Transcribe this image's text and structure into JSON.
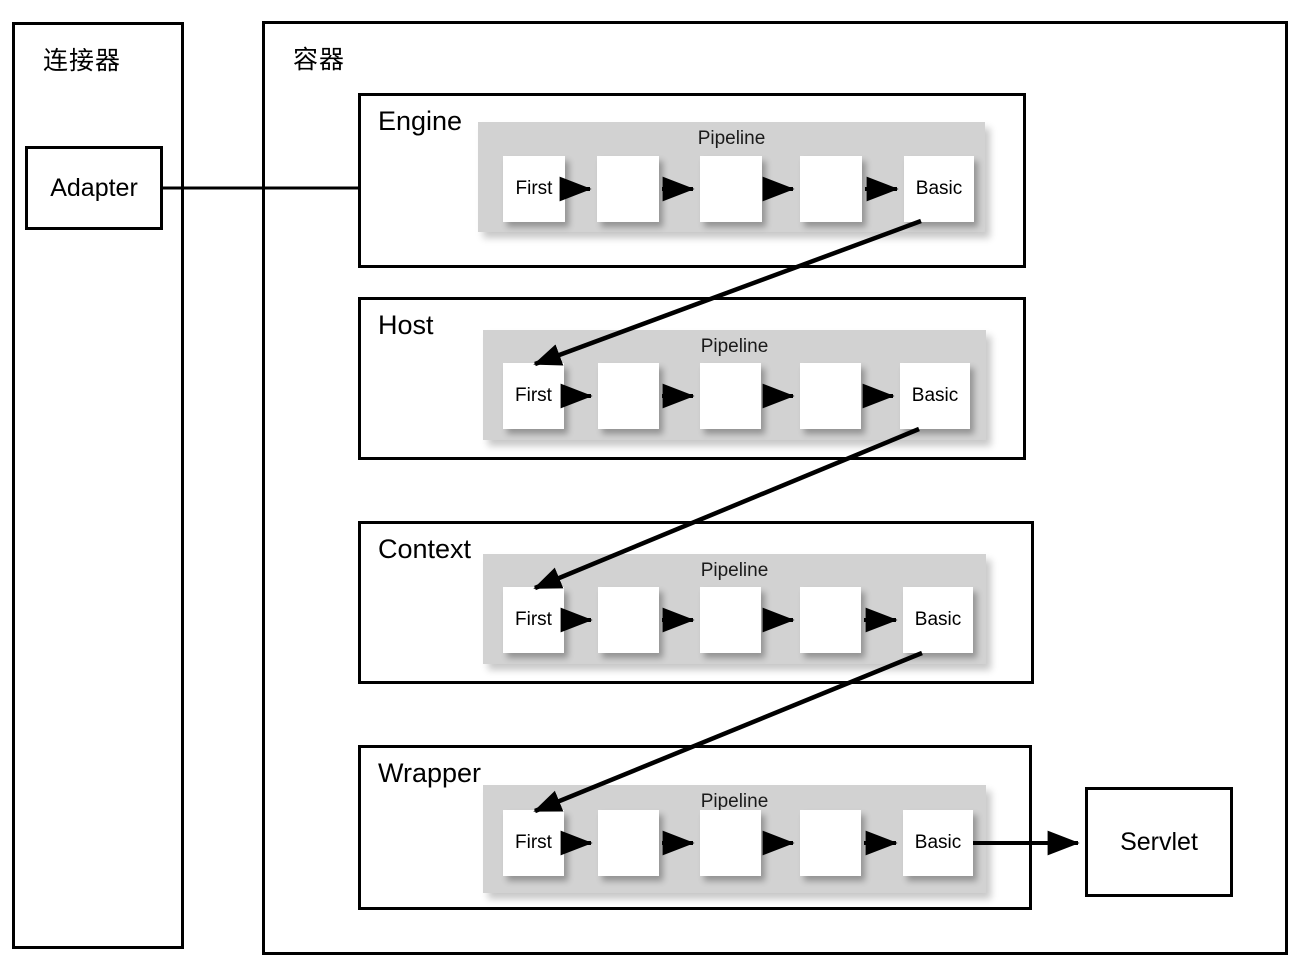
{
  "diagram": {
    "title_connector": "连接器",
    "title_container": "容器",
    "adapter_label": "Adapter",
    "servlet_label": "Servlet",
    "pipeline_label": "Pipeline",
    "valve_first": "First",
    "valve_basic": "Basic",
    "valve_empty": "",
    "colors": {
      "stroke": "#000000",
      "pipeline_fill": "#d2d2d2",
      "valve_fill": "#ffffff",
      "background": "#ffffff"
    },
    "components": [
      {
        "name": "Engine"
      },
      {
        "name": "Host"
      },
      {
        "name": "Context"
      },
      {
        "name": "Wrapper"
      }
    ],
    "pipeline_valves": [
      {
        "label": "First"
      },
      {
        "label": ""
      },
      {
        "label": ""
      },
      {
        "label": ""
      },
      {
        "label": "Basic"
      }
    ]
  }
}
